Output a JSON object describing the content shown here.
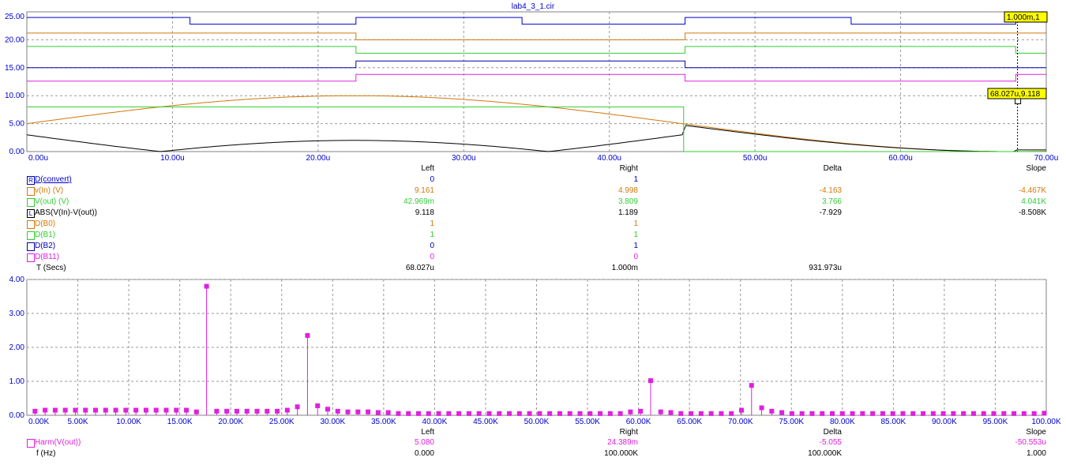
{
  "window": {
    "title": "lab4_3_1.cir"
  },
  "chart_data": [
    {
      "type": "line",
      "name": "transient",
      "xlim": [
        0,
        70
      ],
      "ylim": [
        0,
        25
      ],
      "x_ticks": [
        "0.00u",
        "10.00u",
        "20.00u",
        "30.00u",
        "40.00u",
        "50.00u",
        "60.00u",
        "70.00u"
      ],
      "y_ticks": [
        "0.00",
        "5.00",
        "10.00",
        "15.00",
        "20.00",
        "25.00"
      ],
      "grid": true,
      "series": [
        {
          "name": "v(In) (V)",
          "color": "#d2780a",
          "kind": "sine",
          "offset": 5,
          "amplitude": 5,
          "period_us": 90
        },
        {
          "name": "ABS(V(In)-V(out))",
          "color": "#000000",
          "kind": "abs_error"
        },
        {
          "name": "V(out) (V)",
          "color": "#33cc33",
          "kind": "step",
          "points": [
            [
              0,
              8
            ],
            [
              45.1,
              8
            ],
            [
              45.1,
              0
            ],
            [
              67.9,
              0
            ]
          ]
        },
        {
          "name": "D(convert)",
          "color": "#0000cc",
          "kind": "digital",
          "high": 24.0,
          "low": 22.8,
          "transitions": [
            [
              0,
              1
            ],
            [
              11.2,
              0
            ],
            [
              22.6,
              1
            ],
            [
              34.0,
              0
            ],
            [
              45.2,
              1
            ],
            [
              56.6,
              0
            ],
            [
              67.9,
              1
            ]
          ]
        },
        {
          "name": "D(B0)",
          "color": "#d2780a",
          "kind": "digital",
          "high": 21.2,
          "low": 20.0,
          "transitions": [
            [
              0,
              1
            ],
            [
              22.6,
              0
            ],
            [
              45.2,
              1
            ]
          ]
        },
        {
          "name": "D(B1)",
          "color": "#33cc33",
          "kind": "digital",
          "high": 18.8,
          "low": 17.6,
          "transitions": [
            [
              0,
              1
            ],
            [
              22.6,
              0
            ],
            [
              45.2,
              1
            ],
            [
              67.9,
              0
            ]
          ]
        },
        {
          "name": "D(B2)",
          "color": "#0000aa",
          "kind": "digital",
          "high": 16.2,
          "low": 15.0,
          "transitions": [
            [
              0,
              0
            ],
            [
              22.6,
              1
            ],
            [
              45.2,
              0
            ]
          ]
        },
        {
          "name": "D(B11)",
          "color": "#e020e0",
          "kind": "digital",
          "high": 13.8,
          "low": 12.6,
          "transitions": [
            [
              0,
              0
            ],
            [
              22.6,
              1
            ],
            [
              45.2,
              0
            ],
            [
              67.9,
              1
            ]
          ]
        }
      ],
      "annotations": [
        {
          "text": "1.000m,1",
          "x": 70,
          "y": 24.0
        },
        {
          "text": "68.027u,9.118",
          "x": 68.027,
          "y": 9.118
        }
      ]
    },
    {
      "type": "bar",
      "name": "harmonics",
      "xlim": [
        0,
        100
      ],
      "ylim": [
        0,
        4
      ],
      "x_ticks": [
        "0.00K",
        "5.00K",
        "10.00K",
        "15.00K",
        "20.00K",
        "25.00K",
        "30.00K",
        "35.00K",
        "40.00K",
        "45.00K",
        "50.00K",
        "55.00K",
        "60.00K",
        "65.00K",
        "70.00K",
        "75.00K",
        "80.00K",
        "85.00K",
        "90.00K",
        "95.00K",
        "100.00K"
      ],
      "y_ticks": [
        "0.00",
        "1.00",
        "2.00",
        "3.00",
        "4.00"
      ],
      "grid": true,
      "series": [
        {
          "name": "Harm(V(out))",
          "color": "#e020e0",
          "x": [
            0,
            1,
            2,
            3,
            4,
            5,
            6,
            7,
            8,
            9,
            10,
            11,
            12,
            13,
            14,
            15,
            16,
            17,
            18,
            19,
            20,
            21,
            22,
            23,
            24,
            25,
            26,
            27,
            28,
            29,
            30,
            31,
            32,
            33,
            34,
            35,
            36,
            37,
            38,
            39,
            40,
            41,
            42,
            43,
            44,
            45,
            46,
            47,
            48,
            49,
            50,
            51,
            52,
            53,
            54,
            55,
            56,
            57,
            58,
            59,
            60,
            61,
            62,
            63,
            64,
            65,
            66,
            67,
            68,
            69,
            70,
            71,
            72,
            73,
            74,
            75,
            76,
            77,
            78,
            79,
            80,
            81,
            82,
            83,
            84,
            85,
            86,
            87,
            88,
            89,
            90,
            91,
            92,
            93,
            94,
            95,
            96,
            97,
            98,
            99,
            100
          ],
          "values": [
            0.12,
            0.15,
            0.15,
            0.15,
            0.15,
            0.15,
            0.15,
            0.15,
            0.15,
            0.15,
            0.15,
            0.15,
            0.15,
            0.15,
            0.15,
            0.15,
            0.1,
            3.8,
            0.12,
            0.12,
            0.12,
            0.12,
            0.12,
            0.12,
            0.12,
            0.15,
            0.25,
            2.35,
            0.28,
            0.18,
            0.12,
            0.1,
            0.1,
            0.1,
            0.08,
            0.08,
            0.05,
            0.05,
            0.05,
            0.05,
            0.05,
            0.05,
            0.05,
            0.05,
            0.05,
            0.05,
            0.05,
            0.05,
            0.05,
            0.05,
            0.05,
            0.05,
            0.05,
            0.05,
            0.05,
            0.05,
            0.05,
            0.05,
            0.05,
            0.1,
            0.12,
            1.02,
            0.1,
            0.08,
            0.05,
            0.05,
            0.05,
            0.05,
            0.05,
            0.05,
            0.15,
            0.88,
            0.22,
            0.12,
            0.08,
            0.05,
            0.05,
            0.05,
            0.05,
            0.05,
            0.05,
            0.05,
            0.05,
            0.05,
            0.05,
            0.05,
            0.05,
            0.05,
            0.05,
            0.05,
            0.05,
            0.05,
            0.05,
            0.05,
            0.05,
            0.05,
            0.05,
            0.05,
            0.05,
            0.05,
            0.06
          ]
        }
      ]
    }
  ],
  "top_table": {
    "headers": {
      "left": "Left",
      "right": "Right",
      "delta": "Delta",
      "slope": "Slope"
    },
    "rows": [
      {
        "box": "R",
        "label": "D(convert)",
        "color": "#0000cc",
        "left": "0",
        "right": "1",
        "delta": "",
        "slope": ""
      },
      {
        "box": "",
        "label": "v(In) (V)",
        "color": "#d2780a",
        "left": "9.161",
        "right": "4.998",
        "delta": "-4.163",
        "slope": "-4.467K"
      },
      {
        "box": "",
        "label": "V(out) (V)",
        "color": "#33cc33",
        "left": "42.969m",
        "right": "3.809",
        "delta": "3.766",
        "slope": "4.041K"
      },
      {
        "box": "L",
        "label": "ABS(V(In)-V(out))",
        "color": "#000000",
        "left": "9.118",
        "right": "1.189",
        "delta": "-7.929",
        "slope": "-8.508K"
      },
      {
        "box": "",
        "label": "D(B0)",
        "color": "#d2780a",
        "left": "1",
        "right": "1",
        "delta": "",
        "slope": ""
      },
      {
        "box": "",
        "label": "D(B1)",
        "color": "#33cc33",
        "left": "1",
        "right": "1",
        "delta": "",
        "slope": ""
      },
      {
        "box": "",
        "label": "D(B2)",
        "color": "#0000aa",
        "left": "0",
        "right": "1",
        "delta": "",
        "slope": ""
      },
      {
        "box": "",
        "label": "D(B11)",
        "color": "#e020e0",
        "left": "0",
        "right": "0",
        "delta": "",
        "slope": ""
      }
    ],
    "xrow": {
      "label": "T (Secs)",
      "left": "68.027u",
      "right": "1.000m",
      "delta": "931.973u",
      "slope": ""
    }
  },
  "bottom_table": {
    "headers": {
      "left": "Left",
      "right": "Right",
      "delta": "Delta",
      "slope": "Slope"
    },
    "rows": [
      {
        "label": "Harm(V(out))",
        "color": "#e020e0",
        "left": "5.080",
        "right": "24.389m",
        "delta": "-5.055",
        "slope": "-50.553u"
      }
    ],
    "xrow": {
      "label": "f (Hz)",
      "left": "0.000",
      "right": "100.000K",
      "delta": "100.000K",
      "slope": "1.000"
    }
  }
}
